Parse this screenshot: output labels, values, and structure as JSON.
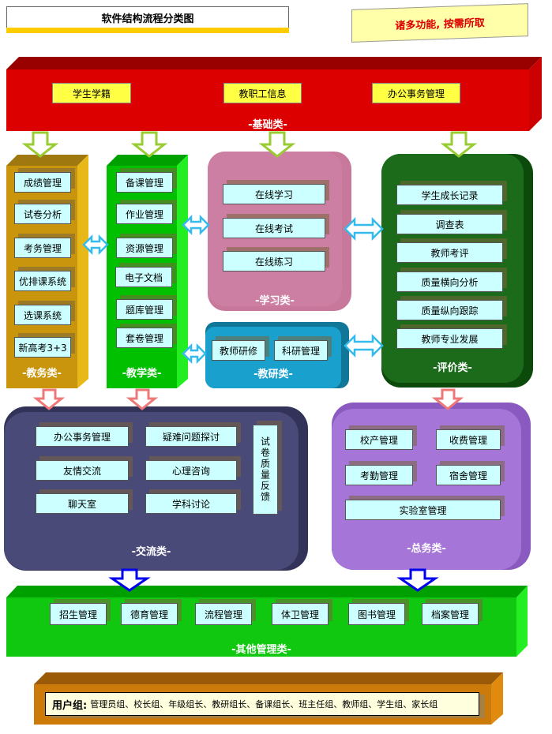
{
  "title": "软件结构流程分类图",
  "note": "诸多功能, 按需所取",
  "basic": {
    "label": "-基础类-",
    "items": [
      "学生学籍",
      "教职工信息",
      "办公事务管理"
    ]
  },
  "jiaowu": {
    "label": "-教务类-",
    "items": [
      "成绩管理",
      "试卷分析",
      "考务管理",
      "优排课系统",
      "选课系统",
      "新高考3+3"
    ]
  },
  "jiaoxue": {
    "label": "-教学类-",
    "items": [
      "备课管理",
      "作业管理",
      "资源管理",
      "电子文档",
      "题库管理",
      "套卷管理"
    ]
  },
  "xuexi": {
    "label": "-学习类-",
    "items": [
      "在线学习",
      "在线考试",
      "在线练习"
    ]
  },
  "jiaoyan": {
    "label": "-教研类-",
    "items": [
      "教师研修",
      "科研管理"
    ]
  },
  "pingjia": {
    "label": "-评价类-",
    "items": [
      "学生成长记录",
      "调查表",
      "教师考评",
      "质量横向分析",
      "质量纵向跟踪",
      "教师专业发展"
    ]
  },
  "jiaoliu": {
    "label": "-交流类-",
    "items": [
      "办公事务管理",
      "疑难问题探讨",
      "友情交流",
      "心理咨询",
      "聊天室",
      "学科讨论",
      "试卷质量反馈"
    ]
  },
  "zongwu": {
    "label": "-总务类-",
    "items": [
      "校产管理",
      "收费管理",
      "考勤管理",
      "宿舍管理",
      "实验室管理"
    ]
  },
  "other": {
    "label": "-其他管理类-",
    "items": [
      "招生管理",
      "德育管理",
      "流程管理",
      "体卫管理",
      "图书管理",
      "档案管理"
    ]
  },
  "users": {
    "label": "用户组:",
    "value": "管理员组、校长组、年级组长、教研组长、备课组长、班主任组、教师组、学生组、家长组"
  }
}
